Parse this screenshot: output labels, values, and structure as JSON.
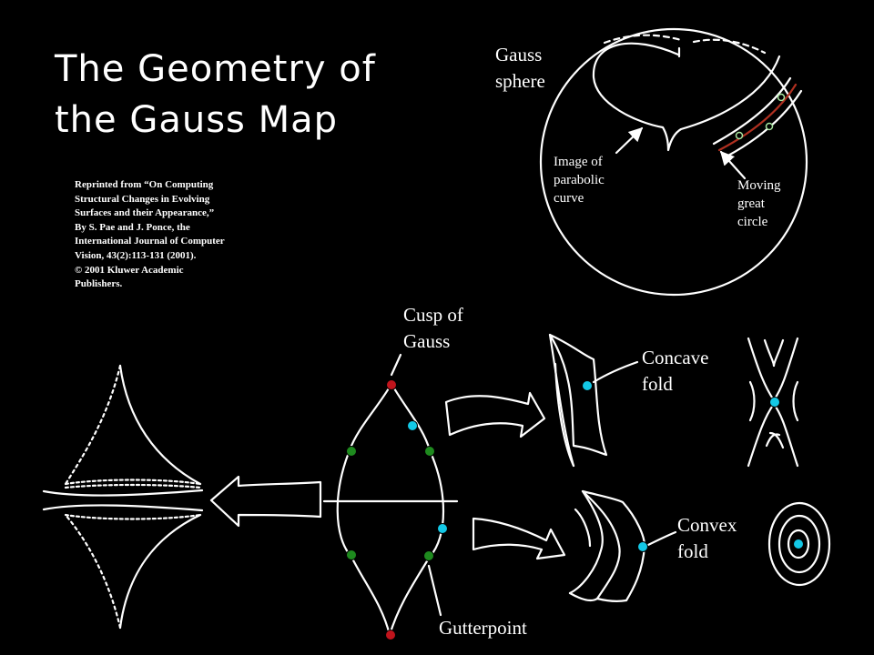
{
  "slide": {
    "title_lines": [
      "The Geometry of",
      "the Gauss Map"
    ],
    "credit_lines": [
      "Reprinted from “On Computing",
      "Structural Changes in Evolving",
      "Surfaces and their Appearance,”",
      "By S. Pae and J. Ponce, the",
      "International Journal of Computer",
      "Vision, 43(2):113-131 (2001).",
      "© 2001 Kluwer Academic",
      "Publishers."
    ]
  },
  "labels": {
    "gauss_sphere": [
      "Gauss",
      "sphere"
    ],
    "image_of_parabolic_curve": [
      "Image of",
      "parabolic",
      "curve"
    ],
    "moving_great_circle": [
      "Moving",
      "great",
      "circle"
    ],
    "cusp_of_gauss": [
      "Cusp of",
      "Gauss"
    ],
    "concave_fold": [
      "Concave",
      "fold"
    ],
    "convex_fold": [
      "Convex",
      "fold"
    ],
    "gutterpoint": [
      "Gutterpoint"
    ]
  },
  "colors": {
    "background": "#000000",
    "line": "#ffffff",
    "cusp_point": "#c0141c",
    "fold_point": "#13c8e6",
    "gutter_point": "#1e8a1e",
    "great_circle": "#b03020",
    "sphere_marker": "#a8e6a0"
  }
}
